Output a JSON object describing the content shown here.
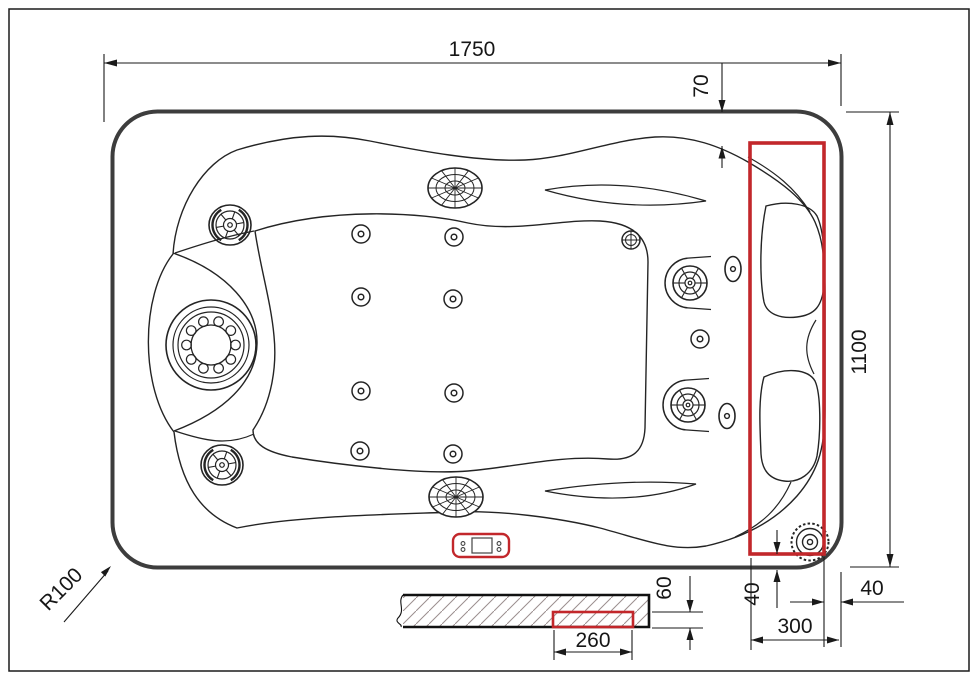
{
  "dimensions": {
    "overall_width": "1750",
    "top_edge_offset": "70",
    "overall_depth": "1100",
    "corner_radius": "R100",
    "section_recess_depth": "60",
    "section_recess_width": "260",
    "corner_jet_offset_vertical": "40",
    "corner_jet_offset_horizontal": "40",
    "headrest_zone_width": "300"
  },
  "colors": {
    "highlight_red": "#c2272b",
    "line_dark": "#1a1a1a",
    "shell_gray": "#3d3d3d",
    "hatch_gray": "#9b8e8e"
  }
}
